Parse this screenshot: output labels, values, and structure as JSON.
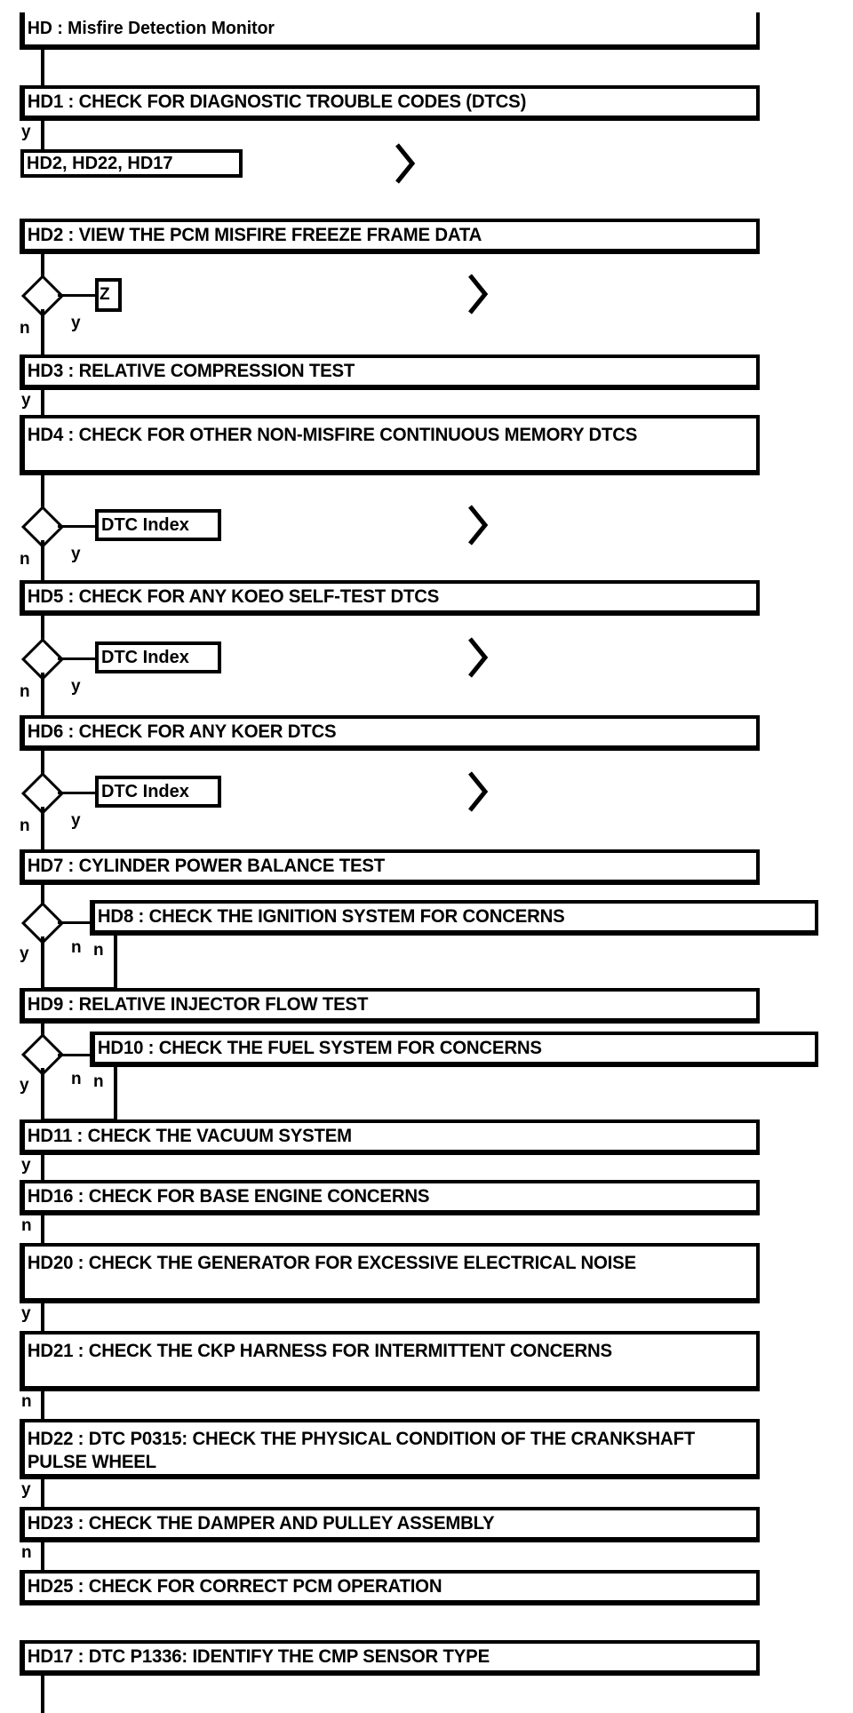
{
  "document": {
    "title": "HD : Misfire Detection Monitor",
    "type": "diagnostic-flowchart",
    "colors": {
      "ink": "#000000",
      "paper": "#ffffff"
    }
  },
  "nodes": {
    "title": {
      "id": "HD",
      "label": "HD : Misfire Detection Monitor"
    },
    "hd1": {
      "id": "HD1",
      "label": "HD1 : CHECK FOR DIAGNOSTIC TROUBLE CODES (DTCS)"
    },
    "hd2": {
      "id": "HD2",
      "label": "HD2 : VIEW THE PCM MISFIRE FREEZE FRAME DATA"
    },
    "hd3": {
      "id": "HD3",
      "label": "HD3 : RELATIVE COMPRESSION TEST"
    },
    "hd4": {
      "id": "HD4",
      "label": "HD4 : CHECK FOR OTHER NON-MISFIRE CONTINUOUS MEMORY DTCS"
    },
    "hd5": {
      "id": "HD5",
      "label": "HD5 : CHECK FOR ANY KOEO SELF-TEST DTCS"
    },
    "hd6": {
      "id": "HD6",
      "label": "HD6 : CHECK FOR ANY KOER DTCS"
    },
    "hd7": {
      "id": "HD7",
      "label": "HD7 : CYLINDER POWER BALANCE TEST"
    },
    "hd8": {
      "id": "HD8",
      "label": "HD8 : CHECK THE IGNITION SYSTEM FOR CONCERNS"
    },
    "hd9": {
      "id": "HD9",
      "label": "HD9 : RELATIVE INJECTOR FLOW TEST"
    },
    "hd10": {
      "id": "HD10",
      "label": "HD10 : CHECK THE FUEL SYSTEM FOR CONCERNS"
    },
    "hd11": {
      "id": "HD11",
      "label": "HD11 : CHECK THE VACUUM SYSTEM"
    },
    "hd16": {
      "id": "HD16",
      "label": "HD16 : CHECK FOR BASE ENGINE CONCERNS"
    },
    "hd20": {
      "id": "HD20",
      "label": "HD20 : CHECK THE GENERATOR FOR EXCESSIVE ELECTRICAL NOISE"
    },
    "hd21": {
      "id": "HD21",
      "label": "HD21 : CHECK THE CKP HARNESS FOR INTERMITTENT CONCERNS"
    },
    "hd22": {
      "id": "HD22",
      "label": "HD22 : DTC P0315: CHECK THE PHYSICAL CONDITION OF THE CRANKSHAFT PULSE WHEEL"
    },
    "hd23": {
      "id": "HD23",
      "label": "HD23 : CHECK THE DAMPER AND PULLEY ASSEMBLY"
    },
    "hd25": {
      "id": "HD25",
      "label": "HD25 : CHECK FOR CORRECT PCM OPERATION"
    },
    "hd17": {
      "id": "HD17",
      "label": "HD17 : DTC P1336: IDENTIFY THE CMP SENSOR TYPE"
    }
  },
  "references": {
    "goto_hd2_hd22_hd17": {
      "label": "HD2, HD22, HD17"
    },
    "goto_z": {
      "label": "Z"
    },
    "dtc_index_1": {
      "label": "DTC Index"
    },
    "dtc_index_2": {
      "label": "DTC Index"
    },
    "dtc_index_3": {
      "label": "DTC Index"
    }
  },
  "branches": {
    "hd1_yes": "y",
    "hd2_yes": "y",
    "hd2_no": "n",
    "hd3_yes": "y",
    "hd4_yes": "y",
    "hd4_no": "n",
    "hd5_yes": "y",
    "hd5_no": "n",
    "hd6_yes": "y",
    "hd6_no": "n",
    "hd7_yes": "y",
    "hd7_no": "n",
    "hd8_no": "n",
    "hd9_yes": "y",
    "hd9_no": "n",
    "hd10_no": "n",
    "hd11_yes": "y",
    "hd16_no": "n",
    "hd20_yes": "y",
    "hd21_no": "n",
    "hd22_yes": "y",
    "hd23_no": "n"
  },
  "offpage_connectors": [
    {
      "name": "offpage-connector-1",
      "glyph": ">"
    },
    {
      "name": "offpage-connector-2",
      "glyph": ">"
    },
    {
      "name": "offpage-connector-3",
      "glyph": ">"
    },
    {
      "name": "offpage-connector-4",
      "glyph": ">"
    },
    {
      "name": "offpage-connector-5",
      "glyph": ">"
    }
  ]
}
